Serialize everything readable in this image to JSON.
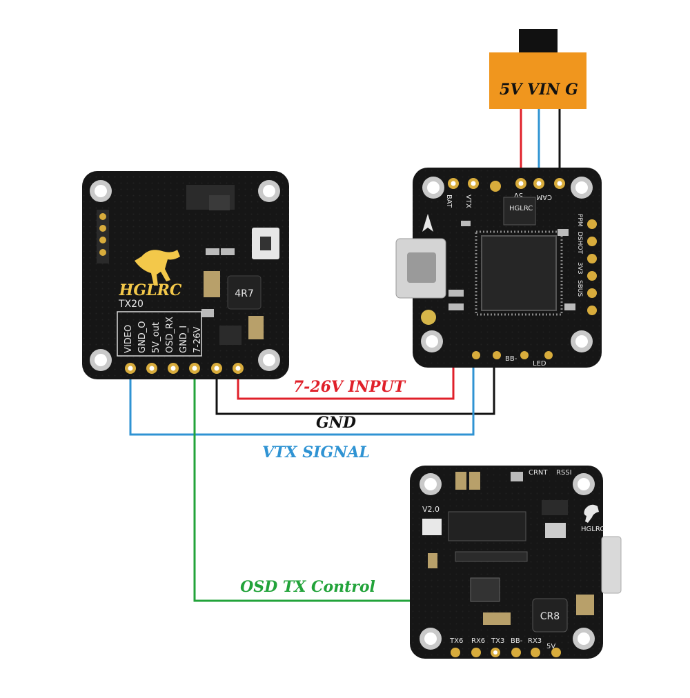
{
  "power_source": {
    "label": "5V VIN G",
    "color": "#f0961e"
  },
  "wire_labels": {
    "input": "7-26V INPUT",
    "gnd": "GND",
    "vtx_signal": "VTX SIGNAL",
    "osd": "OSD TX Control"
  },
  "colors": {
    "red": "#e0202a",
    "black": "#111111",
    "blue": "#2f93d3",
    "green": "#22a33a",
    "pcb": "#161616",
    "pad": "#d8ac3c"
  },
  "vtx_board": {
    "brand": "HGLRC",
    "model": "TX20",
    "pin_labels": [
      "VIDEO",
      "GND_O",
      "5V_out",
      "OSD_RX",
      "GND_I",
      "7-26V"
    ]
  },
  "fc_board": {
    "brand": "HGLRC",
    "pad_top": [
      "VTX",
      "BAT",
      "5V",
      "CAM"
    ],
    "pad_right": [
      "PPM",
      "DSHOT",
      "3V3",
      "SBUS"
    ],
    "pad_bottom": [
      "BB-",
      "LED"
    ]
  },
  "pdb_board": {
    "version": "V2.0",
    "brand": "HGLRC",
    "top_labels": [
      "CRNT",
      "RSSI"
    ],
    "bottom_labels": [
      "TX6",
      "RX6",
      "TX3",
      "BB-",
      "RX3",
      "5V"
    ],
    "inductor": "CR8"
  }
}
